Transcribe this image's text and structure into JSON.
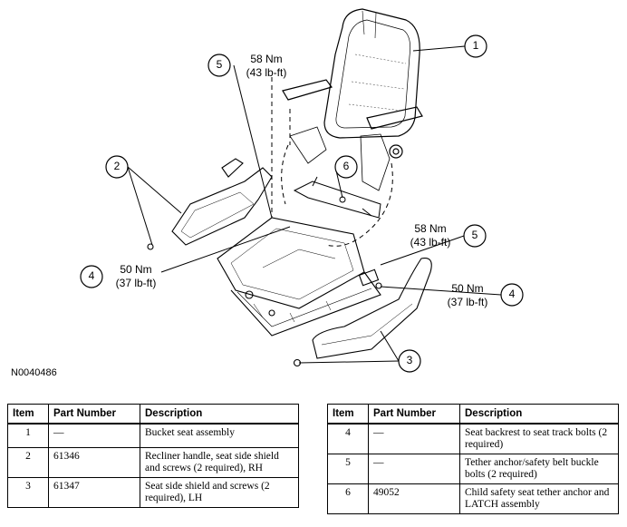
{
  "diagram": {
    "figure_id": "N0040486",
    "callouts": [
      {
        "number": "1"
      },
      {
        "number": "2"
      },
      {
        "number": "3"
      },
      {
        "number": "4",
        "torque_nm": "50 Nm",
        "torque_lbft": "(37 lb-ft)"
      },
      {
        "number": "4",
        "torque_nm": "50 Nm",
        "torque_lbft": "(37 lb-ft)"
      },
      {
        "number": "5",
        "torque_nm": "58 Nm",
        "torque_lbft": "(43 lb-ft)"
      },
      {
        "number": "5",
        "torque_nm": "58 Nm",
        "torque_lbft": "(43 lb-ft)"
      },
      {
        "number": "6"
      }
    ]
  },
  "parts_table": {
    "headers": {
      "item": "Item",
      "part_number": "Part Number",
      "description": "Description"
    },
    "left_rows": [
      {
        "item": "1",
        "part_number": "—",
        "description": "Bucket seat assembly"
      },
      {
        "item": "2",
        "part_number": "61346",
        "description": "Recliner handle, seat side shield and screws (2 required), RH"
      },
      {
        "item": "3",
        "part_number": "61347",
        "description": "Seat side shield and screws (2 required), LH"
      }
    ],
    "right_rows": [
      {
        "item": "4",
        "part_number": "—",
        "description": "Seat backrest to seat track bolts (2 required)"
      },
      {
        "item": "5",
        "part_number": "—",
        "description": "Tether anchor/safety belt buckle bolts (2 required)"
      },
      {
        "item": "6",
        "part_number": "49052",
        "description": "Child safety seat tether anchor and LATCH assembly"
      }
    ]
  }
}
